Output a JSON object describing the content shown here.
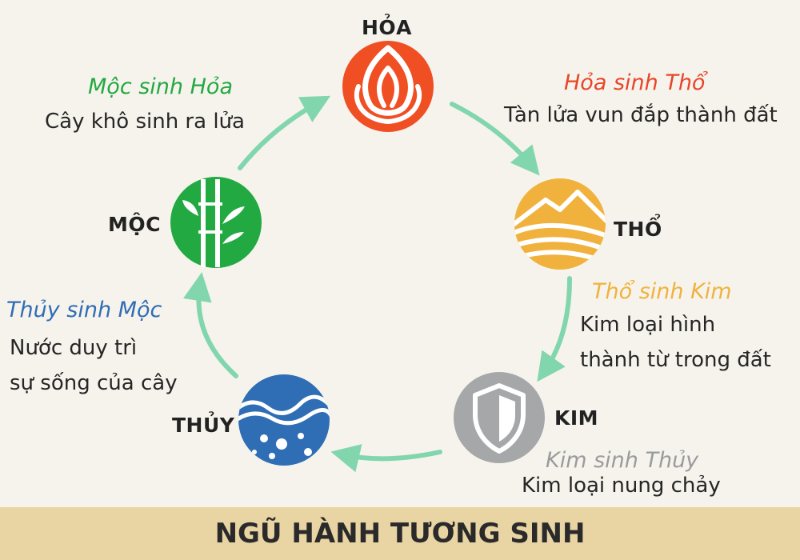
{
  "elements": {
    "hoa": {
      "label": "HỎA",
      "color": "#f04e23"
    },
    "tho": {
      "label": "THỔ",
      "color": "#f0b23d"
    },
    "kim": {
      "label": "KIM",
      "color": "#a6a7a9"
    },
    "thuy": {
      "label": "THỦY",
      "color": "#2f6db5"
    },
    "moc": {
      "label": "MỘC",
      "color": "#23a942"
    }
  },
  "relations": {
    "moc_hoa": {
      "title": "Mộc sinh Hỏa",
      "desc": [
        "Cây khô sinh ra lửa"
      ],
      "color": "#23a942"
    },
    "hoa_tho": {
      "title": "Hỏa sinh Thổ",
      "desc": [
        "Tàn lửa vun đắp thành đất"
      ],
      "color": "#e8452a"
    },
    "tho_kim": {
      "title": "Thổ sinh Kim",
      "desc": [
        "Kim loại hình",
        "thành từ trong đất"
      ],
      "color": "#f0b23d"
    },
    "kim_thuy": {
      "title": "Kim sinh Thủy",
      "desc": [
        "Kim loại nung chảy"
      ],
      "color": "#9a9b9d"
    },
    "thuy_moc": {
      "title": "Thủy sinh Mộc",
      "desc": [
        "Nước duy trì",
        "sự sống của cây"
      ],
      "color": "#2f6db5"
    }
  },
  "arrow_color": "#82d6ad",
  "footer": {
    "title": "NGŨ HÀNH TƯƠNG SINH",
    "background": "#e9d4a4"
  }
}
